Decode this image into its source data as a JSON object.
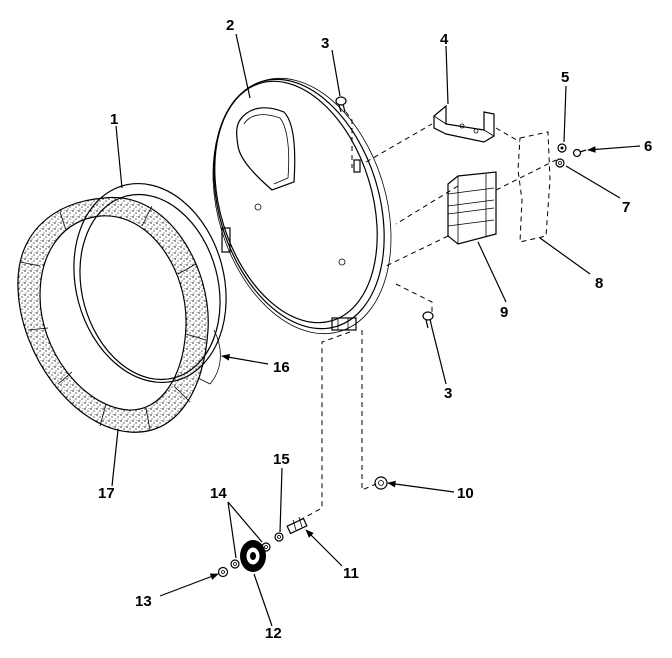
{
  "callouts": {
    "c1": "1",
    "c2": "2",
    "c3a": "3",
    "c3b": "3",
    "c4": "4",
    "c5": "5",
    "c6": "6",
    "c7": "7",
    "c8": "8",
    "c9": "9",
    "c10": "10",
    "c11": "11",
    "c12": "12",
    "c13": "13",
    "c14": "14",
    "c15": "15",
    "c16": "16",
    "c17": "17"
  }
}
